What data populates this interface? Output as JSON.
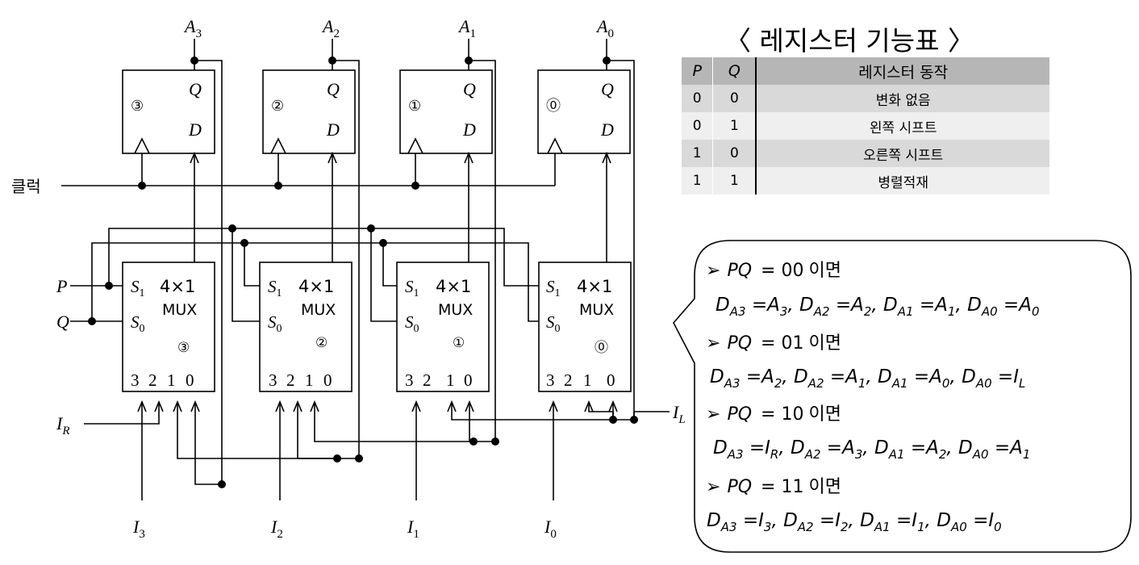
{
  "registers": [
    "③",
    "②",
    "①",
    "⓪"
  ],
  "outputs": [
    {
      "main": "A",
      "sub": "3"
    },
    {
      "main": "A",
      "sub": "2"
    },
    {
      "main": "A",
      "sub": "1"
    },
    {
      "main": "A",
      "sub": "0"
    }
  ],
  "ff_q": "Q",
  "ff_d": "D",
  "clock_label": "클럭",
  "mux": {
    "s1": {
      "main": "S",
      "sub": "1"
    },
    "s0": {
      "main": "S",
      "sub": "0"
    },
    "size_label": "4×1",
    "name_label": "MUX",
    "inputs": [
      "3",
      "2",
      "1",
      "0"
    ]
  },
  "signal_p": "P",
  "signal_q": "Q",
  "serial_right": {
    "main": "I",
    "sub": "R"
  },
  "serial_left": {
    "main": "I",
    "sub": "L"
  },
  "parallel_inputs": [
    {
      "main": "I",
      "sub": "3"
    },
    {
      "main": "I",
      "sub": "2"
    },
    {
      "main": "I",
      "sub": "1"
    },
    {
      "main": "I",
      "sub": "0"
    }
  ],
  "function_table": {
    "title": "〈 레지스터 기능표 〉",
    "headers": [
      "P",
      "Q",
      "레지스터 동작"
    ],
    "rows": [
      [
        "0",
        "0",
        "변화 없음"
      ],
      [
        "0",
        "1",
        "왼쪽 시프트"
      ],
      [
        "1",
        "0",
        "오른쪽 시프트"
      ],
      [
        "1",
        "1",
        "병렬적재"
      ]
    ]
  },
  "callout": {
    "arrow": "➢",
    "pq": "PQ",
    "suffix": "이면",
    "cases": [
      {
        "value": "00",
        "d": [
          "A3",
          "A2",
          "A1",
          "A0"
        ],
        "src": [
          [
            "A",
            "3"
          ],
          [
            "A",
            "2"
          ],
          [
            "A",
            "1"
          ],
          [
            "A",
            "0"
          ]
        ]
      },
      {
        "value": "01",
        "d": [
          "A3",
          "A2",
          "A1",
          "A0"
        ],
        "src": [
          [
            "A",
            "2"
          ],
          [
            "A",
            "1"
          ],
          [
            "A",
            "0"
          ],
          [
            "I",
            "L"
          ]
        ]
      },
      {
        "value": "10",
        "d": [
          "A3",
          "A2",
          "A1",
          "A0"
        ],
        "src": [
          [
            "I",
            "R"
          ],
          [
            "A",
            "3"
          ],
          [
            "A",
            "2"
          ],
          [
            "A",
            "1"
          ]
        ]
      },
      {
        "value": "11",
        "d": [
          "A3",
          "A2",
          "A1",
          "A0"
        ],
        "src": [
          [
            "I",
            "3"
          ],
          [
            "I",
            "2"
          ],
          [
            "I",
            "1"
          ],
          [
            "I",
            "0"
          ]
        ]
      }
    ]
  }
}
